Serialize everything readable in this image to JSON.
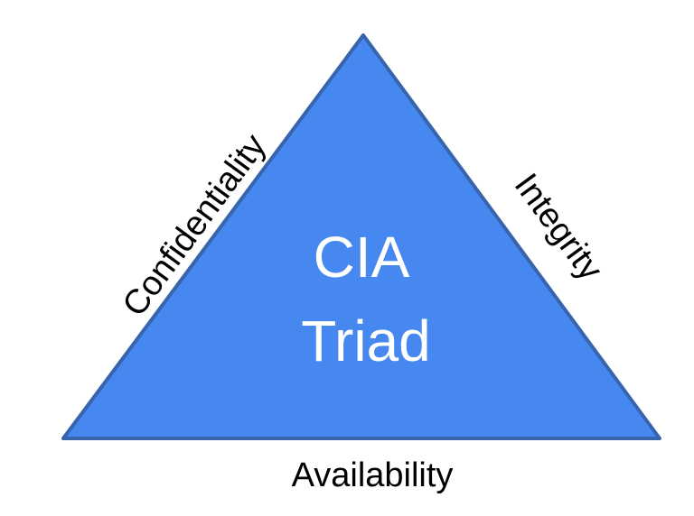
{
  "colors": {
    "triangle_fill": "#4688ef",
    "triangle_stroke": "#3764ad",
    "center_text": "#ffffff",
    "side_label_text": "#000000"
  },
  "diagram": {
    "center_line_1": "CIA",
    "center_line_2": "Triad",
    "left_label": "Confidentiality",
    "right_label": "Integrity",
    "bottom_label": "Availability"
  }
}
